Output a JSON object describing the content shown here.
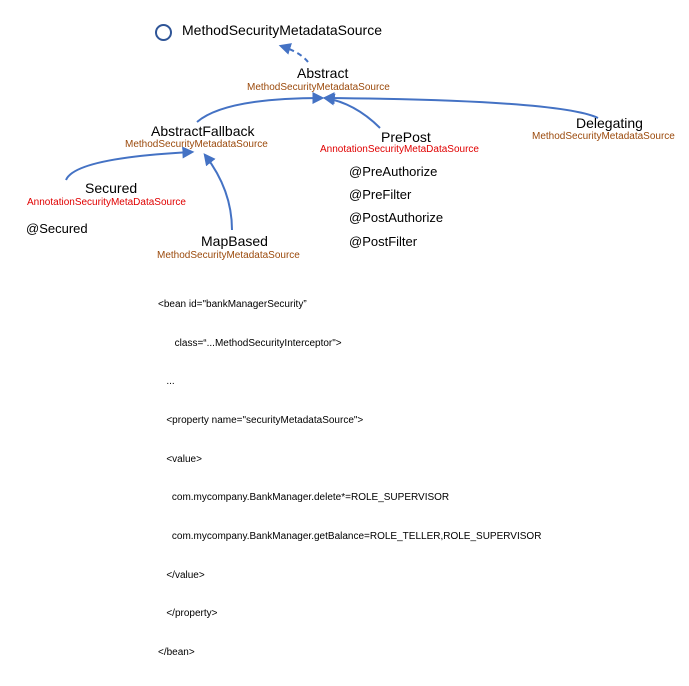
{
  "colors": {
    "arrow": "#4472c4",
    "interface_icon": "#2f5597",
    "subtitle_brown": "#9b4a0c",
    "subtitle_red": "#e00000"
  },
  "root": {
    "icon": "interface-circle-icon",
    "name": "MethodSecurityMetadataSource"
  },
  "abstract": {
    "name": "Abstract",
    "sub": "MethodSecurityMetadataSource"
  },
  "abstract_fallback": {
    "name": "AbstractFallback",
    "sub": "MethodSecurityMetadataSource"
  },
  "pre_post": {
    "name": "PrePost",
    "sub": "AnnotationSecurityMetaDataSource",
    "annotations": [
      "@PreAuthorize",
      "@PreFilter",
      "@PostAuthorize",
      "@PostFilter"
    ]
  },
  "delegating": {
    "name": "Delegating",
    "sub": "MethodSecurityMetadataSource"
  },
  "secured": {
    "name": "Secured",
    "sub": "AnnotationSecurityMetaDataSource",
    "annotation": "@Secured"
  },
  "map_based": {
    "name": "MapBased",
    "sub": "MethodSecurityMetadataSource"
  },
  "config_xml": [
    "<bean id=\"bankManagerSecurity”",
    "      class=“...MethodSecurityInterceptor\">",
    "   ...",
    "   <property name=\"securityMetadataSource\">",
    "   <value>",
    "     com.mycompany.BankManager.delete*=ROLE_SUPERVISOR",
    "     com.mycompany.BankManager.getBalance=ROLE_TELLER,ROLE_SUPERVISOR",
    "   </value>",
    "   </property>",
    "</bean>"
  ]
}
